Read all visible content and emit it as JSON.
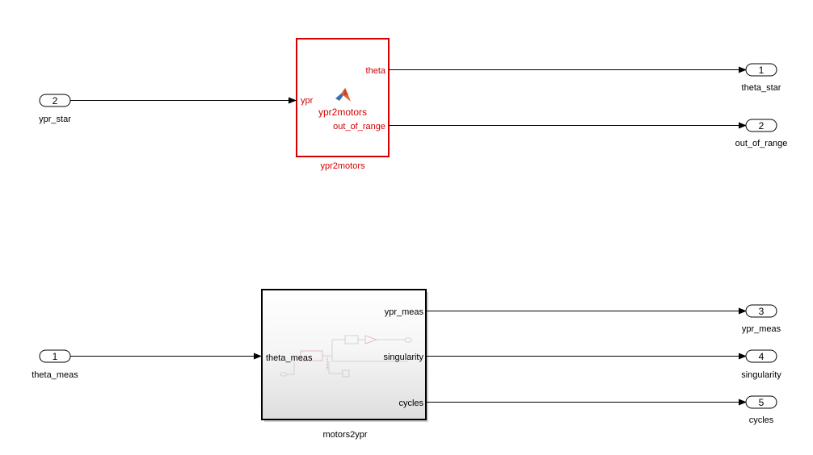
{
  "colors": {
    "selected": "#d40000",
    "port_fill": "#ffffff",
    "line": "#000000"
  },
  "inports": [
    {
      "number": "2",
      "name": "ypr_star"
    },
    {
      "number": "1",
      "name": "theta_meas"
    }
  ],
  "outports": [
    {
      "number": "1",
      "name": "theta_star"
    },
    {
      "number": "2",
      "name": "out_of_range"
    },
    {
      "number": "3",
      "name": "ypr_meas"
    },
    {
      "number": "4",
      "name": "singularity"
    },
    {
      "number": "5",
      "name": "cycles"
    }
  ],
  "block_ypr2motors": {
    "name": "ypr2motors",
    "inner_name": "ypr2motors",
    "icon": "matlab-function-icon",
    "input": "ypr",
    "outputs": [
      "theta",
      "out_of_range"
    ],
    "selected": true
  },
  "block_motors2ypr": {
    "name": "motors2ypr",
    "input": "theta_meas",
    "outputs": [
      "ypr_meas",
      "singularity",
      "cycles"
    ],
    "icon": "subsystem-preview-icon"
  }
}
